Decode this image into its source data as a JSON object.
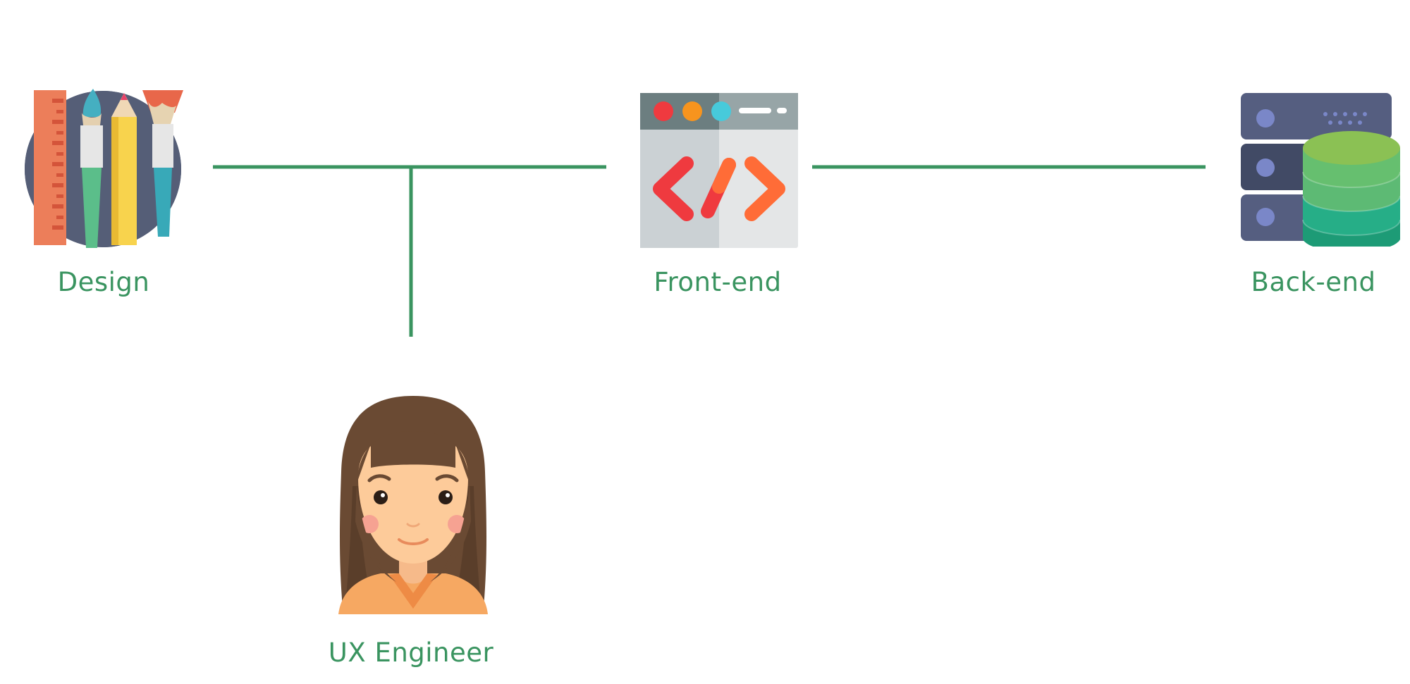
{
  "diagram": {
    "colors": {
      "line": "#3A9460",
      "label": "#3A9460"
    },
    "nodes": [
      {
        "id": "design",
        "label": "Design",
        "icon": "design-tools-icon"
      },
      {
        "id": "frontend",
        "label": "Front-end",
        "icon": "code-browser-icon"
      },
      {
        "id": "backend",
        "label": "Back-end",
        "icon": "server-database-icon"
      },
      {
        "id": "ux",
        "label": "UX Engineer",
        "icon": "person-avatar-icon"
      }
    ],
    "edges": [
      {
        "from": "design",
        "to": "frontend"
      },
      {
        "from": "frontend",
        "to": "backend"
      },
      {
        "from": "design-frontend-link",
        "to": "ux"
      }
    ]
  }
}
